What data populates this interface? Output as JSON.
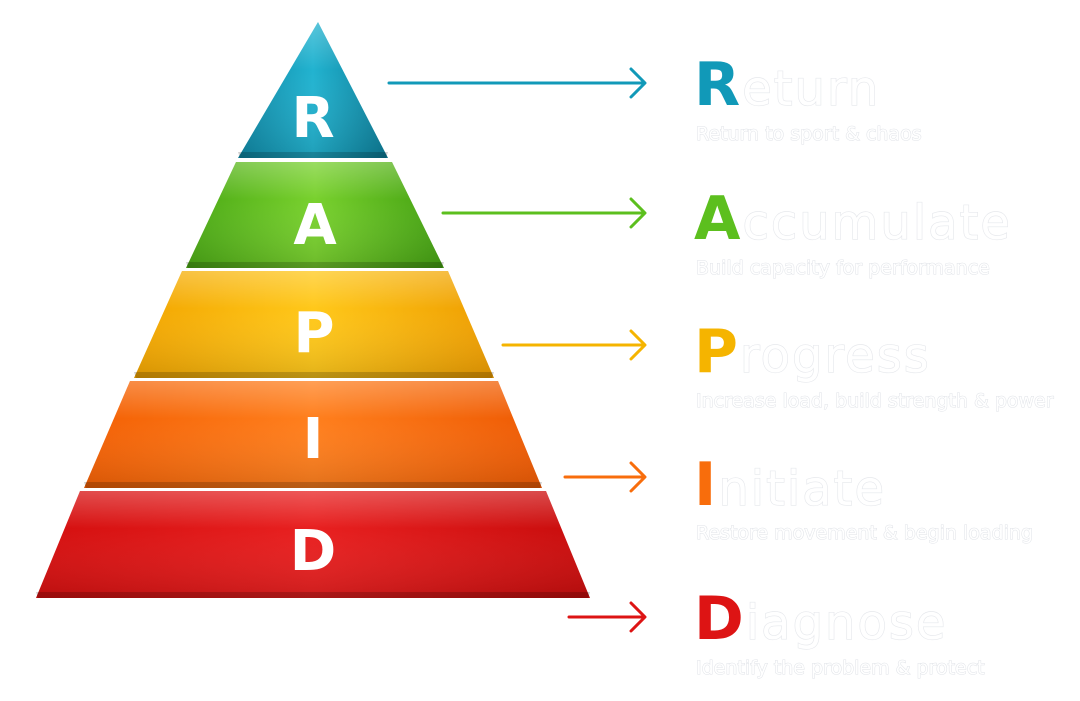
{
  "colors": {
    "return": "#1199b8",
    "accumulate": "#5cbf1e",
    "progress": "#f5b400",
    "initiate": "#f86d0c",
    "diagnose": "#dd1414"
  },
  "tiers": [
    {
      "key": "return",
      "letter": "R",
      "initial": "R",
      "rest": "eturn",
      "description": "Return to sport & chaos"
    },
    {
      "key": "accumulate",
      "letter": "A",
      "initial": "A",
      "rest": "ccumulate",
      "description": "Build capacity for performance"
    },
    {
      "key": "progress",
      "letter": "P",
      "initial": "P",
      "rest": "rogress",
      "description": "Increase load, build strength & power"
    },
    {
      "key": "initiate",
      "letter": "I",
      "initial": "I",
      "rest": "nitiate",
      "description": "Restore movement & begin loading"
    },
    {
      "key": "diagnose",
      "letter": "D",
      "initial": "D",
      "rest": "iagnose",
      "description": "Identify the problem & protect"
    }
  ]
}
